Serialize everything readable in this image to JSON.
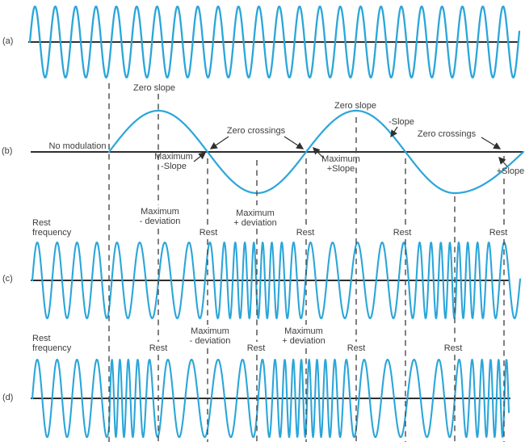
{
  "figure": {
    "background": "#ffffff",
    "wave_color": "#2ba6d9",
    "line_color": "#2f2f2f",
    "dash_color": "#4a4a4a",
    "text_color": "#3d3d3d",
    "row_tags": {
      "a": "(a)",
      "b": "(b)",
      "c": "(c)",
      "d": "(d)"
    },
    "annotations": {
      "b": {
        "no_modulation": "No modulation",
        "zero_slope_1": "Zero slope",
        "zero_slope_2": "Zero slope",
        "zero_crossings_1": "Zero crossings",
        "zero_crossings_2": "Zero crossings",
        "maximum_minus_slope_1": "Maximum",
        "maximum_minus_slope_2": "-Slope",
        "maximum_plus_slope_1": "Maximum",
        "maximum_plus_slope_2": "+Slope",
        "minus_slope": "-Slope",
        "plus_slope": "+Slope"
      },
      "c": {
        "rest_frequency_1": "Rest",
        "rest_frequency_2": "frequency",
        "maximum_minus_deviation_1": "Maximum",
        "maximum_minus_deviation_2": "- deviation",
        "maximum_plus_deviation_1": "Maximum",
        "maximum_plus_deviation_2": "+ deviation",
        "rest_1": "Rest",
        "rest_2": "Rest",
        "rest_3": "Rest",
        "rest_4": "Rest"
      },
      "d": {
        "rest_frequency_1": "Rest",
        "rest_frequency_2": "frequency",
        "maximum_minus_deviation_1": "Maximum",
        "maximum_minus_deviation_2": "- deviation",
        "maximum_plus_deviation_1": "Maximum",
        "maximum_plus_deviation_2": "+ deviation",
        "rest_1": "Rest",
        "rest_2": "Rest",
        "rest_3": "Rest",
        "rest_4": "Rest"
      }
    }
  }
}
